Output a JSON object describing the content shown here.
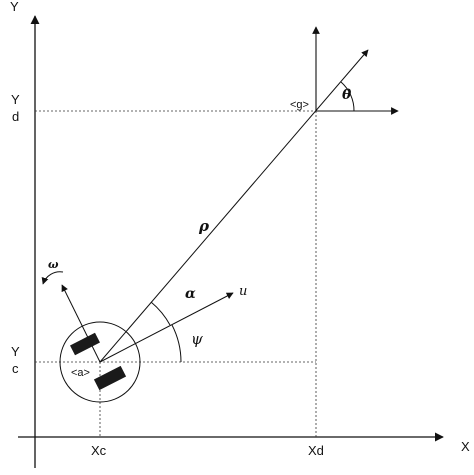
{
  "axes": {
    "x_label": "X",
    "y_label": "Y"
  },
  "labels": {
    "yd_top": "Y",
    "yd_bottom": "d",
    "yc_top": "Y",
    "yc_bottom": "c",
    "xc": "Xc",
    "xd": "Xd",
    "goal": "<g>",
    "robot": "<a>",
    "rho": "ρ",
    "alpha": "α",
    "theta": "θ",
    "psi": "ψ",
    "u": "u",
    "omega": "ω"
  },
  "colors": {
    "line": "#111111",
    "wheel": "#1a1a1a",
    "background": "#ffffff"
  }
}
